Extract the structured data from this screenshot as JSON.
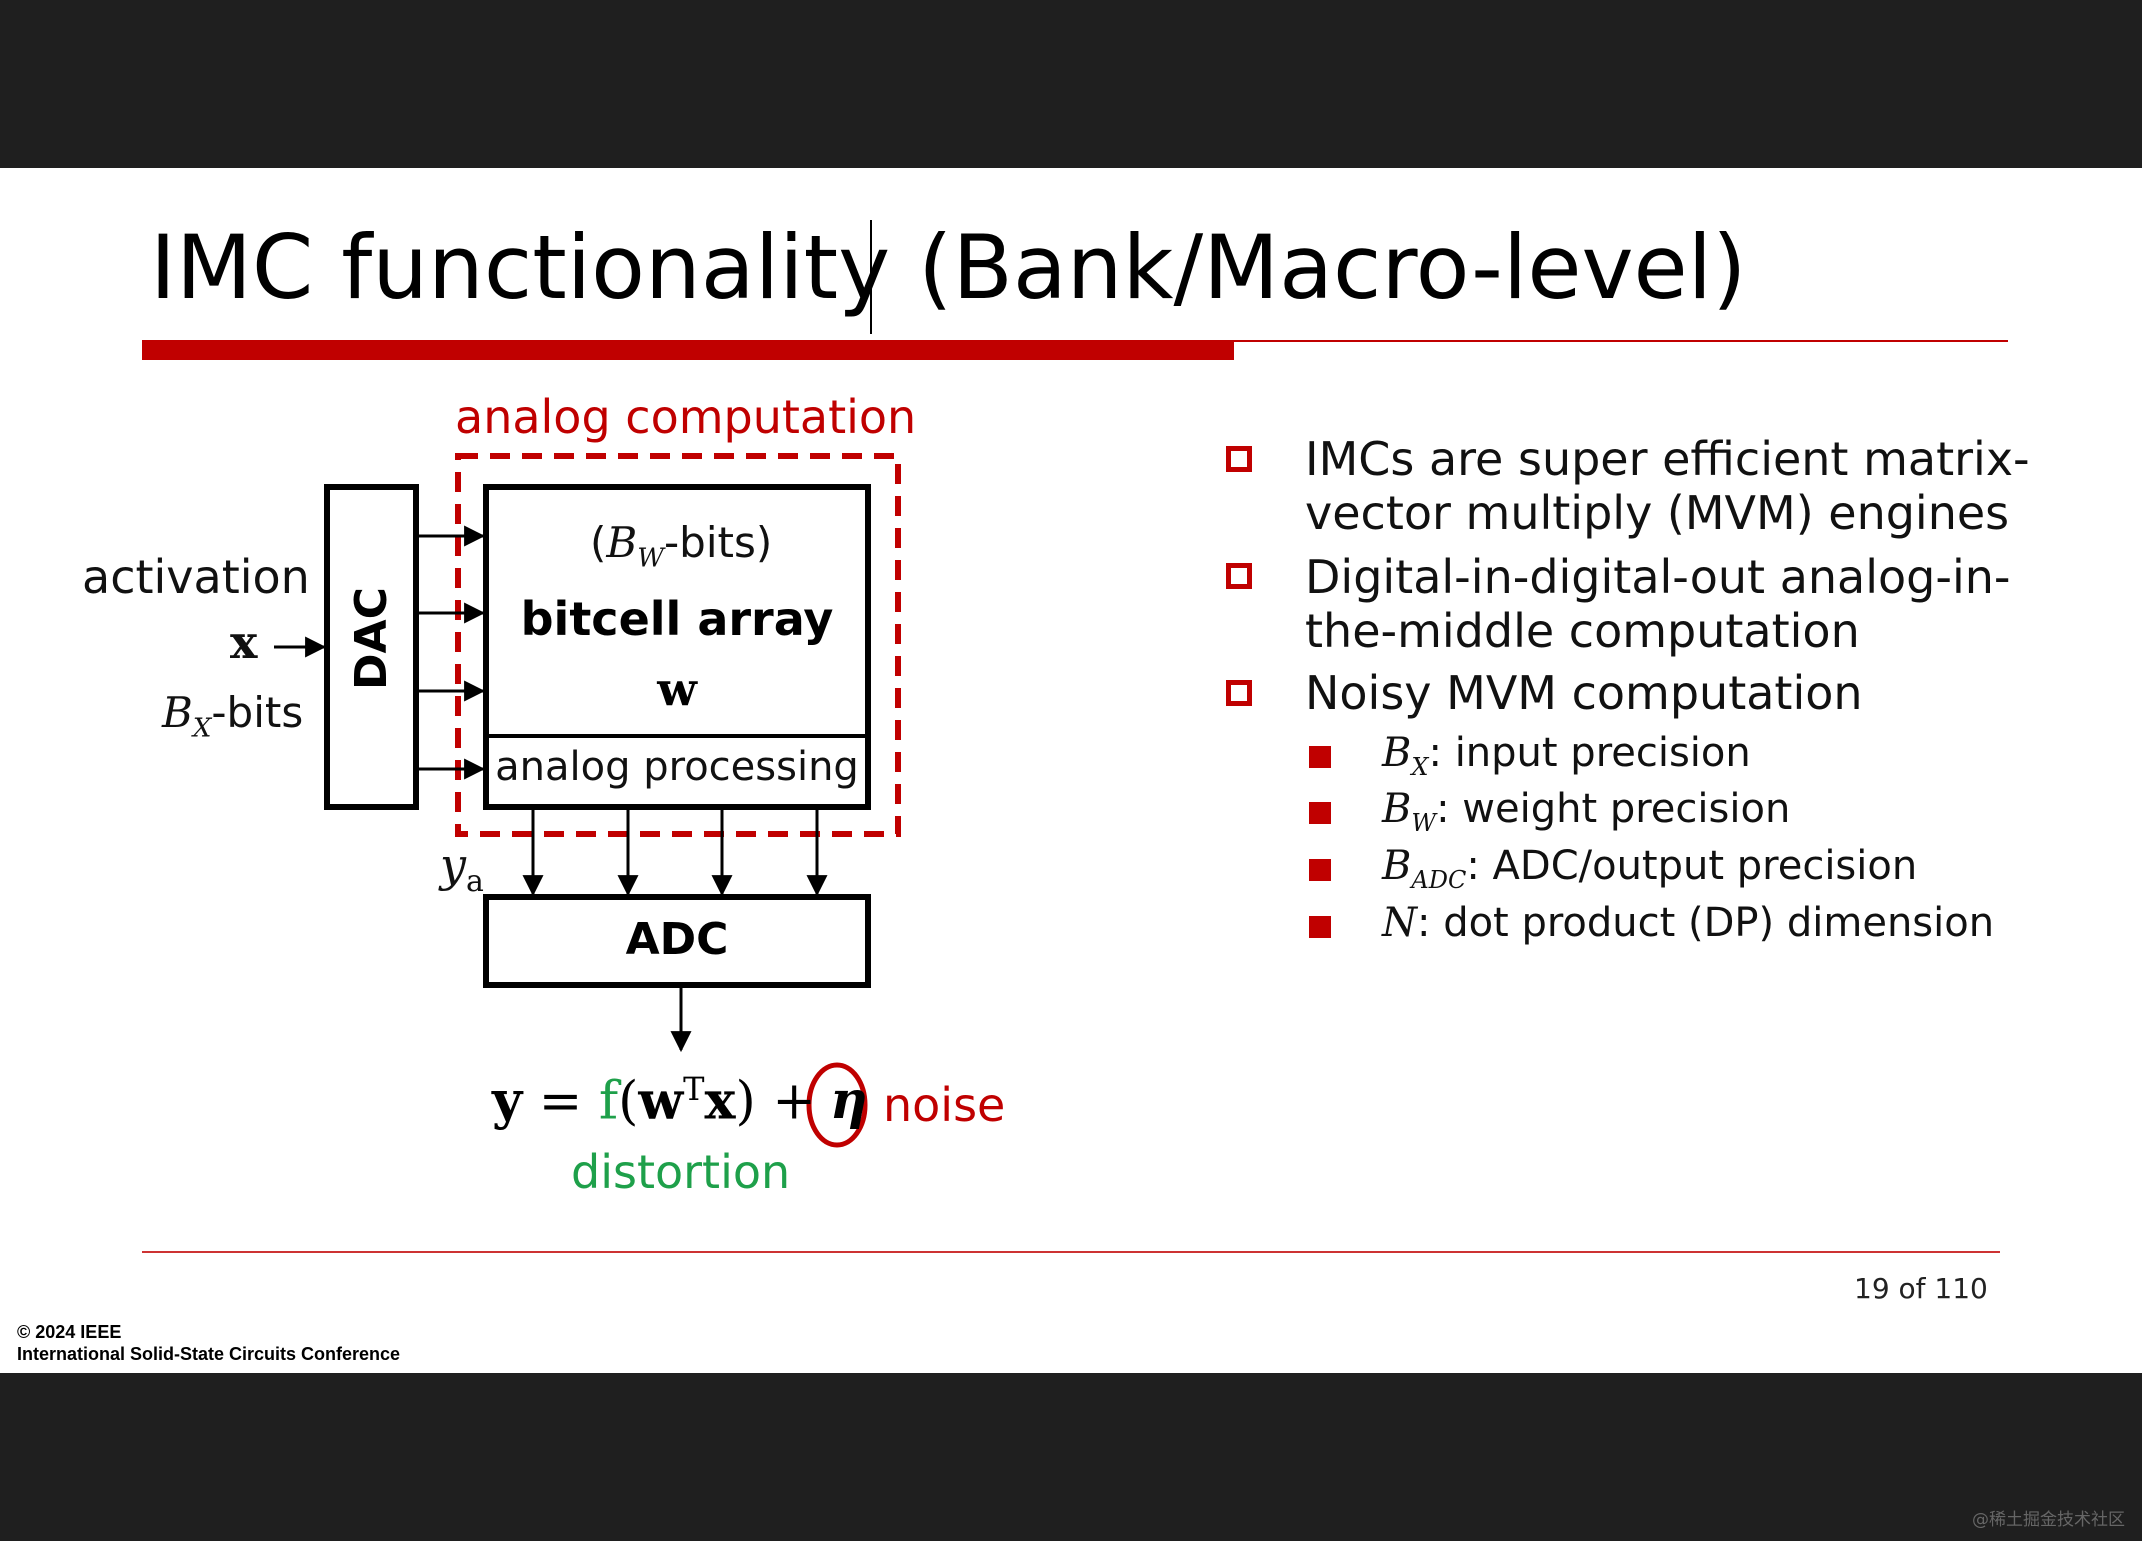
{
  "slide": {
    "title": "IMC functionality (Bank/Macro-level)",
    "page_number": "19 of 110",
    "copyright_line1": "© 2024 IEEE",
    "copyright_line2": "International Solid-State Circuits Conference"
  },
  "diagram": {
    "region_label": "analog computation",
    "input_label": "activation",
    "input_var": "x",
    "input_bits": "B",
    "input_bits_sub": "X",
    "input_bits_suffix": "-bits",
    "dac_label": "DAC",
    "weight_bits_open": "(",
    "weight_bits_var": "B",
    "weight_bits_sub": "W",
    "weight_bits_suffix": "-bits)",
    "array_label": "bitcell array",
    "array_var": "w",
    "analog_proc_label": "analog processing",
    "analog_output_var": "y",
    "analog_output_sub": "a",
    "adc_label": "ADC",
    "eq_y": "y",
    "eq_equals": " = ",
    "eq_f": "f",
    "eq_open": "(",
    "eq_w": "w",
    "eq_T": "T",
    "eq_x": "x",
    "eq_close": ") +",
    "eq_eta": "η",
    "noise_label": "noise",
    "distortion_label": "distortion"
  },
  "bullets": [
    {
      "line1": "IMCs are super efficient matrix-",
      "line2": "vector multiply (MVM) engines"
    },
    {
      "line1": "Digital-in-digital-out analog-in-",
      "line2": "the-middle computation"
    },
    {
      "line1": "Noisy MVM computation"
    }
  ],
  "sub_bullets": [
    {
      "var": "B",
      "sub": "X",
      "text": ": input precision"
    },
    {
      "var": "B",
      "sub": "W",
      "text": ": weight precision"
    },
    {
      "var": "B",
      "sub": "ADC",
      "text": ": ADC/output precision"
    },
    {
      "var": "N",
      "sub": "",
      "text": ": dot product (DP) dimension"
    }
  ],
  "watermark": "@稀土掘金技术社区",
  "colors": {
    "accent": "#c00000",
    "distortion": "#1ea04a",
    "bar": "#1f1f1f"
  }
}
